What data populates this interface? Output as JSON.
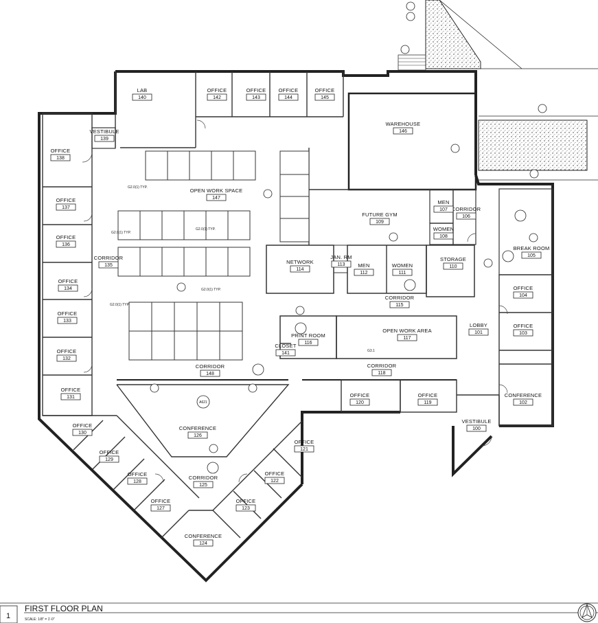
{
  "drawing": {
    "sheet_number": "1",
    "title": "FIRST FLOOR PLAN",
    "scale": "SCALE: 1/8\" = 1'-0\""
  },
  "rooms": [
    {
      "name": "LAB",
      "number": "140"
    },
    {
      "name": "OFFICE",
      "number": "142"
    },
    {
      "name": "OFFICE",
      "number": "143"
    },
    {
      "name": "OFFICE",
      "number": "144"
    },
    {
      "name": "OFFICE",
      "number": "145"
    },
    {
      "name": "WAREHOUSE",
      "number": "146"
    },
    {
      "name": "VESTIBULE",
      "number": "139"
    },
    {
      "name": "OFFICE",
      "number": "138"
    },
    {
      "name": "OPEN WORK SPACE",
      "number": "147"
    },
    {
      "name": "OFFICE",
      "number": "137"
    },
    {
      "name": "OFFICE",
      "number": "136"
    },
    {
      "name": "CORRIDOR",
      "number": "135"
    },
    {
      "name": "OFFICE",
      "number": "134"
    },
    {
      "name": "OFFICE",
      "number": "133"
    },
    {
      "name": "OFFICE",
      "number": "132"
    },
    {
      "name": "OFFICE",
      "number": "131"
    },
    {
      "name": "OFFICE",
      "number": "130"
    },
    {
      "name": "OFFICE",
      "number": "129"
    },
    {
      "name": "OFFICE",
      "number": "128"
    },
    {
      "name": "OFFICE",
      "number": "127"
    },
    {
      "name": "CONFERENCE",
      "number": "124"
    },
    {
      "name": "CORRIDOR",
      "number": "125"
    },
    {
      "name": "CONFERENCE",
      "number": "126"
    },
    {
      "name": "CORRIDOR",
      "number": "148"
    },
    {
      "name": "OFFICE",
      "number": "123"
    },
    {
      "name": "OFFICE",
      "number": "122"
    },
    {
      "name": "OFFICE",
      "number": "121"
    },
    {
      "name": "OFFICE",
      "number": "120"
    },
    {
      "name": "OFFICE",
      "number": "119"
    },
    {
      "name": "CORRIDOR",
      "number": "118"
    },
    {
      "name": "VESTIBULE",
      "number": "100"
    },
    {
      "name": "CONFERENCE",
      "number": "102"
    },
    {
      "name": "LOBBY",
      "number": "101"
    },
    {
      "name": "OFFICE",
      "number": "103"
    },
    {
      "name": "OFFICE",
      "number": "104"
    },
    {
      "name": "BREAK ROOM",
      "number": "105"
    },
    {
      "name": "STORAGE",
      "number": "110"
    },
    {
      "name": "CORRIDOR",
      "number": "106"
    },
    {
      "name": "MEN",
      "number": "107"
    },
    {
      "name": "WOMEN",
      "number": "108"
    },
    {
      "name": "FUTURE GYM",
      "number": "109"
    },
    {
      "name": "NETWORK",
      "number": "114"
    },
    {
      "name": "JAN. RM",
      "number": "113"
    },
    {
      "name": "MEN",
      "number": "112"
    },
    {
      "name": "WOMEN",
      "number": "111"
    },
    {
      "name": "CORRIDOR",
      "number": "115"
    },
    {
      "name": "PRINT ROOM",
      "number": "116"
    },
    {
      "name": "OPEN WORK AREA",
      "number": "117"
    },
    {
      "name": "CLOSET",
      "number": "141"
    }
  ],
  "annotations": {
    "typ_1": "G2.0(1) TYP.",
    "typ_2": "G2.0(1) TYP.",
    "typ_3": "G2.0(1) TYP.",
    "typ_4": "G2.0(1) TYP.",
    "typ_5": "G2.0(1) TYP.",
    "g31": "G3.1",
    "a621": "A621"
  }
}
